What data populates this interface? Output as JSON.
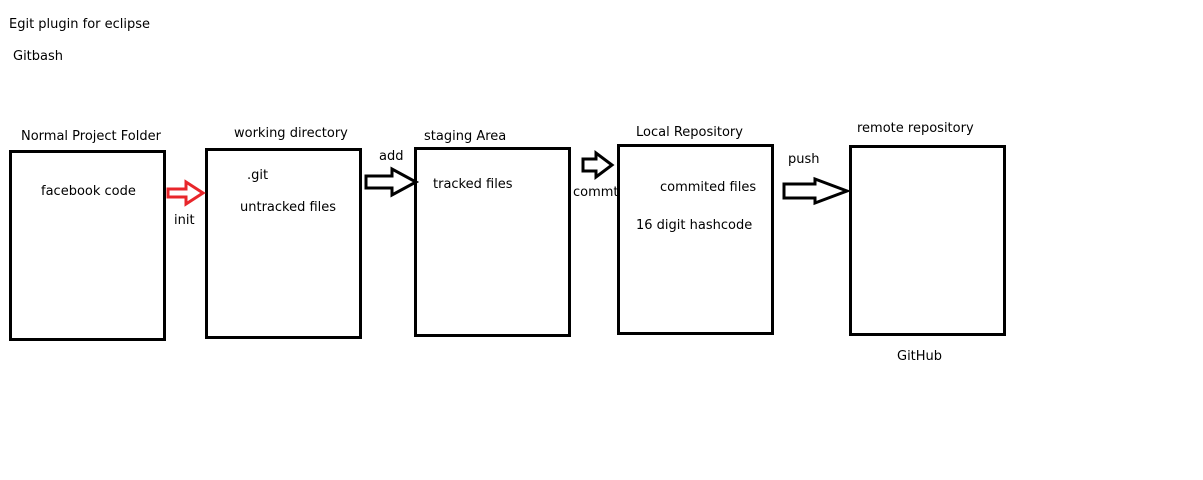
{
  "notes": {
    "line1": "Egit plugin for eclipse",
    "line2": "Gitbash"
  },
  "stages": [
    {
      "title": "Normal Project Folder",
      "content": [
        "facebook code"
      ],
      "footer": ""
    },
    {
      "title": "working directory",
      "content": [
        ".git",
        "untracked files"
      ],
      "footer": ""
    },
    {
      "title": "staging Area",
      "content": [
        "tracked files"
      ],
      "footer": ""
    },
    {
      "title": "Local Repository",
      "content": [
        "commited files",
        "16 digit hashcode"
      ],
      "footer": ""
    },
    {
      "title": "remote repository",
      "content": [],
      "footer": "GitHub"
    }
  ],
  "transitions": [
    {
      "label": "init",
      "color": "#e8262b"
    },
    {
      "label": "add",
      "color": "#000000"
    },
    {
      "label": "commt",
      "color": "#000000"
    },
    {
      "label": "push",
      "color": "#000000"
    }
  ]
}
